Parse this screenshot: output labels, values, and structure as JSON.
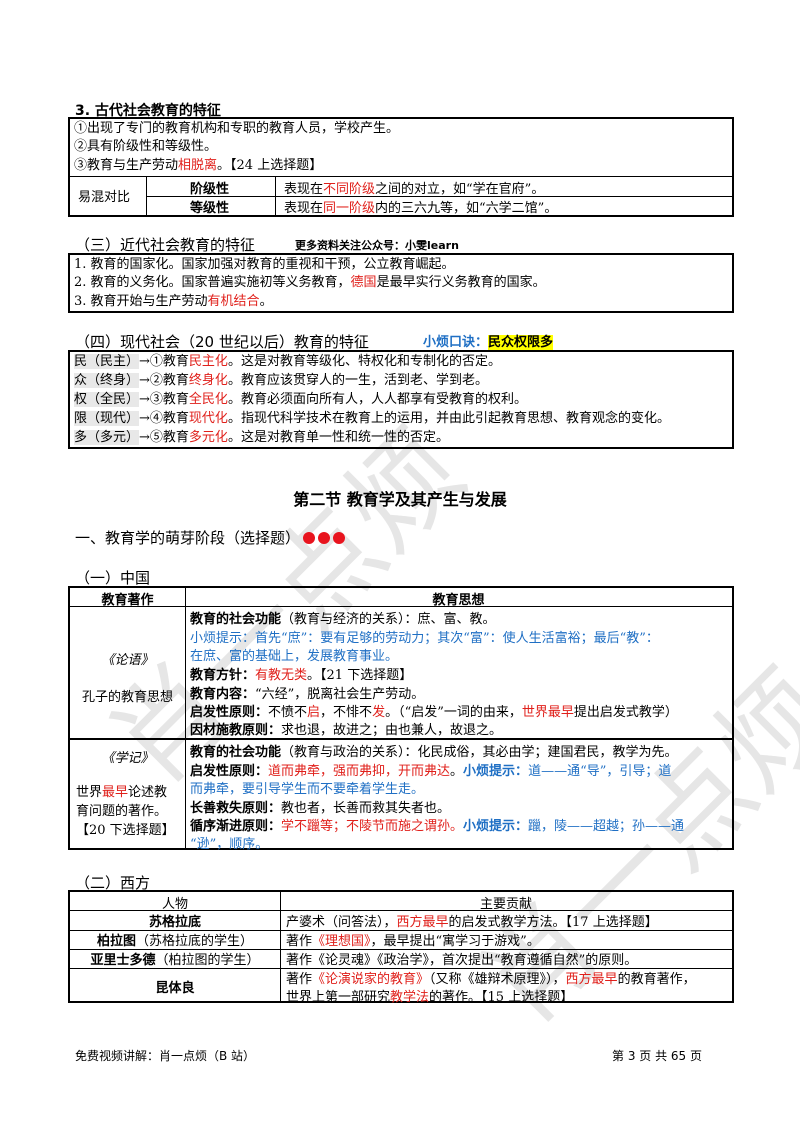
{
  "s3": {
    "title": "3. 古代社会教育的特征",
    "items": [
      "①出现了专门的教育机构和专职的教育人员，学校产生。",
      "②具有阶级性和等级性。"
    ],
    "item3_pre": "③教育与生产劳动",
    "item3_red": "相脱离",
    "item3_post": "。【24 上选择题】",
    "confuse_label": "易混对比",
    "r1_label": "阶级性",
    "r1_pre": "表现在",
    "r1_red": "不同阶级",
    "r1_post": "之间的对立，如“学在官府”。",
    "r2_label": "等级性",
    "r2_pre": "表现在",
    "r2_red": "同一阶级",
    "r2_post": "内的三六九等，如“六学二馆”。"
  },
  "s_modern": {
    "title": "（三）近代社会教育的特征",
    "promo": "更多资料关注公众号：小雯learn",
    "items": [
      "1. 教育的国家化。国家加强对教育的重视和干预，公立教育崛起。",
      "2. 教育的义务化。国家普遍实施初等义务教育，"
    ],
    "item2_red": "德国",
    "item2_post": "是最早实行义务教育的国家。",
    "item3_pre": "3. 教育开始与生产劳动",
    "item3_red": "有机结合",
    "item3_post": "。"
  },
  "s_contemp": {
    "title": "（四）现代社会（20 世纪以后）教育的特征",
    "tip_label": "小烦口诀：",
    "tip_value": "民众权限多",
    "rows": [
      {
        "key": "民（民主）",
        "pre": "→①教育",
        "red": "民主化",
        "post": "。这是对教育等级化、特权化和专制化的否定。"
      },
      {
        "key": "众（终身）",
        "pre": "→②教育",
        "red": "终身化",
        "post": "。教育应该贯穿人的一生，活到老、学到老。"
      },
      {
        "key": "权（全民）",
        "pre": "→③教育",
        "red": "全民化",
        "post": "。教育必须面向所有人，人人都享有受教育的权利。"
      },
      {
        "key": "限（现代）",
        "pre": "→④教育",
        "red": "现代化",
        "post": "。指现代科学技术在教育上的运用，并由此引起教育思想、教育观念的变化。"
      },
      {
        "key": "多（多元）",
        "pre": "→⑤教育",
        "red": "多元化",
        "post": "。这是对教育单一性和统一性的否定。"
      }
    ]
  },
  "section2": {
    "title": "第二节  教育学及其产生与发展",
    "h1": "一、教育学的萌芽阶段（选择题）"
  },
  "china": {
    "title": "（一）中国",
    "col1": "教育著作",
    "col2": "教育思想",
    "lunyu_title": "《论语》",
    "lunyu_sub": "孔子的教育思想",
    "l1_b": "教育的社会功能",
    "l1_r": "（教育与经济的关系）：庶、富、教。",
    "l2_blue": "小烦提示：首先“庶”：要有足够的劳动力；其次“富”：使人生活富裕；最后“教”：",
    "l3_blue": "在庶、富的基础上，发展教育事业。",
    "l4_b": "教育方针：",
    "l4_red": "有教无类",
    "l4_post": "。【21 下选择题】",
    "l5_b": "教育内容：",
    "l5_r": "“六经”，脱离社会生产劳动。",
    "l6_b": "启发性原则：",
    "l6_a": "不愤不",
    "l6_red1": "启",
    "l6_c": "，不悱不",
    "l6_red2": "发",
    "l6_d": "。（“启发”一词的由来，",
    "l6_red3": "世界最早",
    "l6_e": "提出启发式教学）",
    "l7_b": "因材施教原则：",
    "l7_r": "求也退，故进之；由也兼人，故退之。",
    "xueji_title": "《学记》",
    "xueji_s1_pre": "世界",
    "xueji_s1_red": "最早",
    "xueji_s1_post": "论述教",
    "xueji_s2": "育问题的著作。",
    "xueji_s3": "【20 下选择题】",
    "x1_b": "教育的社会功能",
    "x1_r": "（教育与政治的关系）：化民成俗，其必由学；建国君民，教学为先。",
    "x2_b": "启发性原则：",
    "x2_red": "道而弗牵，强而弗抑，开而弗达",
    "x2_post": "。",
    "x2_blue": "小烦提示：",
    "x2_blue2": "道——通“导”，引导；道",
    "x3_red": "而弗牵，要引导学生而不要牵着学生走。",
    "x4_b": "长善救失原则：",
    "x4_r": "教也者，长善而救其失者也。",
    "x5_b": "循序渐进原则：",
    "x5_red": "学不躐等；不陵节而施之谓孙。",
    "x5_blue": "小烦提示：",
    "x5_blue2": "躐，陵——超越；孙——通",
    "x6_blue": "“逊”，顺序。"
  },
  "west": {
    "title": "（二）西方",
    "col1": "人物",
    "col2": "主要贡献",
    "rows": [
      {
        "name": "苏格拉底",
        "sub": "",
        "pre": "产婆术（问答法），",
        "red": "西方最早",
        "post": "的启发式教学方法。【17 上选择题】"
      },
      {
        "name": "柏拉图",
        "sub": "（苏格拉底的学生）",
        "pre": "著作",
        "red": "《理想国》",
        "post": "，最早提出“寓学习于游戏”。"
      },
      {
        "name": "亚里士多德",
        "sub": "（柏拉图的学生）",
        "pre": "著作《论灵魂》《政治学》，首次提出“教育遵循自然”的原则。",
        "red": "",
        "post": ""
      }
    ],
    "q_name": "昆体良",
    "q1_pre": "著作",
    "q1_red": "《论演说家的教育》",
    "q1_mid": "（又称《雄辩术原理》），",
    "q1_red2": "西方最早",
    "q1_post": "的教育著作，",
    "q2_pre": "世界上第一部研究",
    "q2_red": "教学法",
    "q2_post": "的著作。【15 上选择题】"
  },
  "footer": {
    "left": "免费视频讲解：肖一点烦（B 站）",
    "right": "第 3 页 共 65 页"
  },
  "watermark": {
    "text1": "肖一点烦",
    "text2": "肖一点烦"
  },
  "colors": {
    "red": "#e0201b",
    "blue": "#1f6fc4",
    "highlight": "#ffff00"
  }
}
